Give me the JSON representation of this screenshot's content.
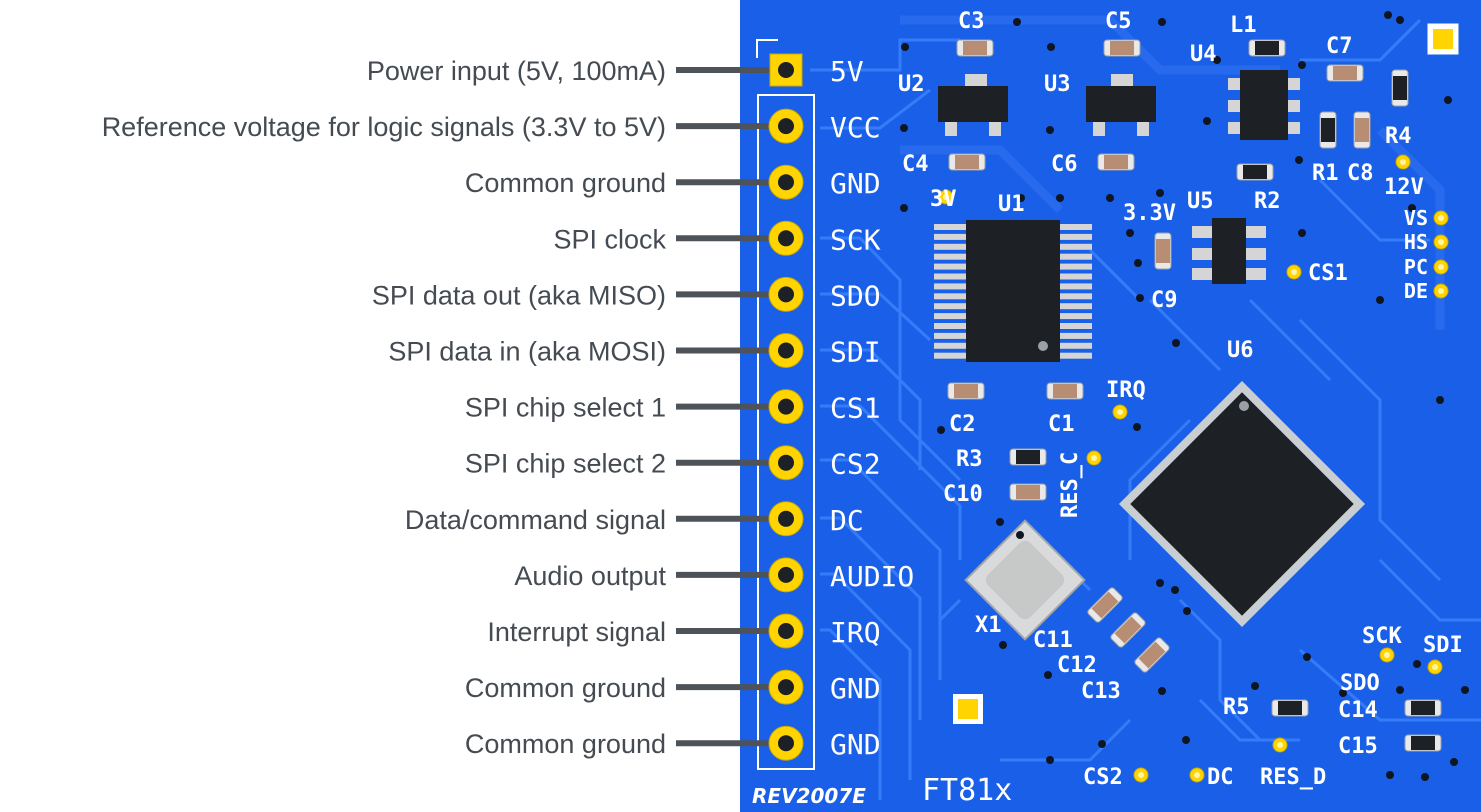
{
  "board": {
    "revision": "REV2007E",
    "name": "FT81x",
    "colors": {
      "pcb": "#1a5fe8",
      "trace": "#3f86ff",
      "pad": "#ffd400",
      "silk": "#ffffff",
      "leader": "#4d5359",
      "text": "#454b52"
    }
  },
  "pins": [
    {
      "label": "5V",
      "description": "Power input (5V, 100mA)"
    },
    {
      "label": "VCC",
      "description": "Reference voltage for logic signals (3.3V to 5V)"
    },
    {
      "label": "GND",
      "description": "Common ground"
    },
    {
      "label": "SCK",
      "description": "SPI clock"
    },
    {
      "label": "SDO",
      "description": "SPI data out (aka MISO)"
    },
    {
      "label": "SDI",
      "description": "SPI data in (aka MOSI)"
    },
    {
      "label": "CS1",
      "description": "SPI chip select 1"
    },
    {
      "label": "CS2",
      "description": "SPI chip select 2"
    },
    {
      "label": "DC",
      "description": "Data/command signal"
    },
    {
      "label": "AUDIO",
      "description": "Audio output"
    },
    {
      "label": "IRQ",
      "description": "Interrupt signal"
    },
    {
      "label": "GND",
      "description": "Common ground"
    },
    {
      "label": "GND",
      "description": "Common ground"
    }
  ],
  "components": {
    "c3": "C3",
    "c5": "C5",
    "l1": "L1",
    "c7": "C7",
    "u2": "U2",
    "u3": "U3",
    "u4": "U4",
    "r4": "R4",
    "c4": "C4",
    "c6": "C6",
    "r1": "R1",
    "c8": "C8",
    "v12": "12V",
    "u1": "U1",
    "u5": "U5",
    "r2": "R2",
    "v3": "3V",
    "v33": "3.3V",
    "c9": "C9",
    "cs1": "CS1",
    "u6": "U6",
    "c2": "C2",
    "c1": "C1",
    "irq": "IRQ",
    "r3": "R3",
    "c10": "C10",
    "resc": "RES_C",
    "x1": "X1",
    "c11": "C11",
    "c12": "C12",
    "c13": "C13",
    "sck": "SCK",
    "sdi": "SDI",
    "sdo": "SDO",
    "r5": "R5",
    "c14": "C14",
    "c15": "C15",
    "cs2": "CS2",
    "dc": "DC",
    "resd": "RES_D"
  },
  "test_points": [
    "VS",
    "HS",
    "PC",
    "DE"
  ]
}
